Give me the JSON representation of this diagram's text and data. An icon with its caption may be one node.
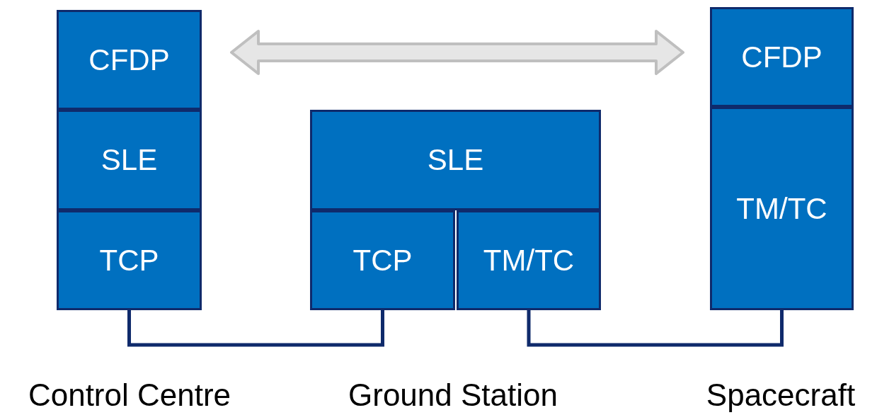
{
  "diagram": {
    "nodes": [
      {
        "text": [
          "CFDP"
        ]
      },
      {
        "text": [
          "SLE"
        ]
      },
      {
        "text": [
          "TCP"
        ]
      },
      {
        "text": [
          "SLE"
        ]
      },
      {
        "text": [
          "TCP"
        ]
      },
      {
        "text": [
          "TM/TC"
        ]
      },
      {
        "text": [
          "CFDP"
        ]
      },
      {
        "text": [
          "TM/TC"
        ]
      }
    ],
    "edges": [
      {
        "from": 2,
        "to": 4,
        "arrow": "none"
      },
      {
        "from": 5,
        "to": 7,
        "arrow": "none"
      },
      {
        "from": 0,
        "to": 6,
        "arrow": "both",
        "style": "thick",
        "color": "#bfbfbf"
      }
    ],
    "labels": [
      "Control Centre",
      "Ground Station",
      "Spacecraft"
    ]
  }
}
